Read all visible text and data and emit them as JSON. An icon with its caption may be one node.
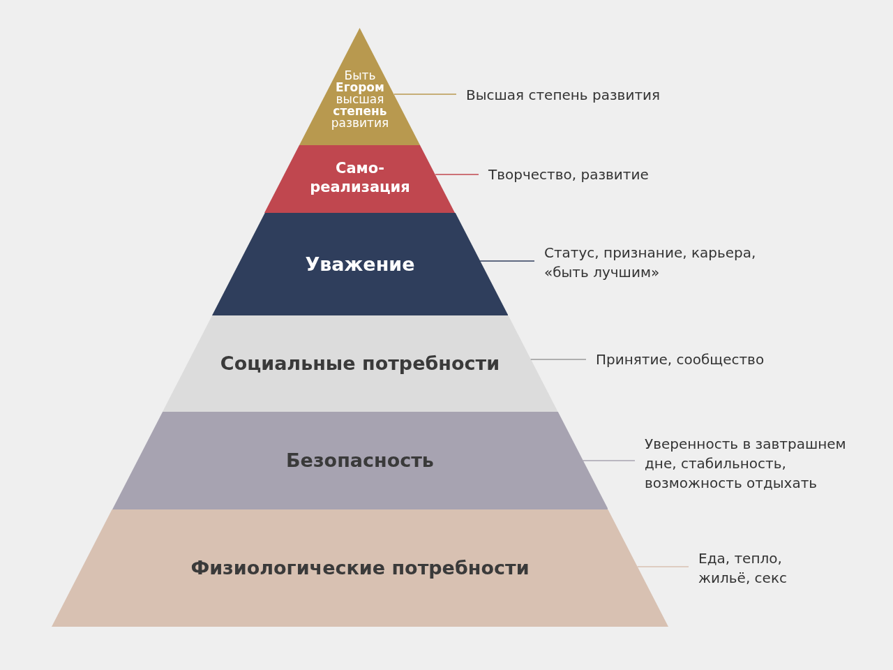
{
  "diagram": {
    "nodes": [
      {
        "text": [
          "Быть **Егором** высшая **степень** развития"
        ]
      },
      {
        "text": [
          "Само- реализация"
        ]
      },
      {
        "text": [
          "Уважение"
        ]
      },
      {
        "text": [
          "Социальные потребности"
        ]
      },
      {
        "text": [
          "Безопасность"
        ]
      },
      {
        "text": [
          "Физиологические потребности"
        ]
      },
      {
        "text": [
          "Высшая степень развития"
        ]
      },
      {
        "text": [
          "Творчество, развитие"
        ]
      },
      {
        "text": [
          "Статус, признание, карьера, «быть лучшим»"
        ]
      },
      {
        "text": [
          "Принятие, сообщество"
        ]
      },
      {
        "text": [
          "Уверенность в завтрашнем дне, стабильность, возможность отдыхать"
        ]
      },
      {
        "text": [
          "Еда, тепло, жильё, секс"
        ]
      }
    ],
    "edges": [
      {
        "from": 6,
        "to": 0,
        "arrow": "none",
        "color": "#b8994f"
      },
      {
        "from": 7,
        "to": 1,
        "arrow": "none",
        "color": "#c0474f"
      },
      {
        "from": 8,
        "to": 2,
        "arrow": "none",
        "color": "#2f3e5c"
      },
      {
        "from": 9,
        "to": 3,
        "arrow": "none",
        "color": "#9a9a9a"
      },
      {
        "from": 10,
        "to": 4,
        "arrow": "none",
        "color": "#a7a3b1"
      },
      {
        "from": 11,
        "to": 5,
        "arrow": "none",
        "color": "#d8c1b2"
      }
    ]
  }
}
